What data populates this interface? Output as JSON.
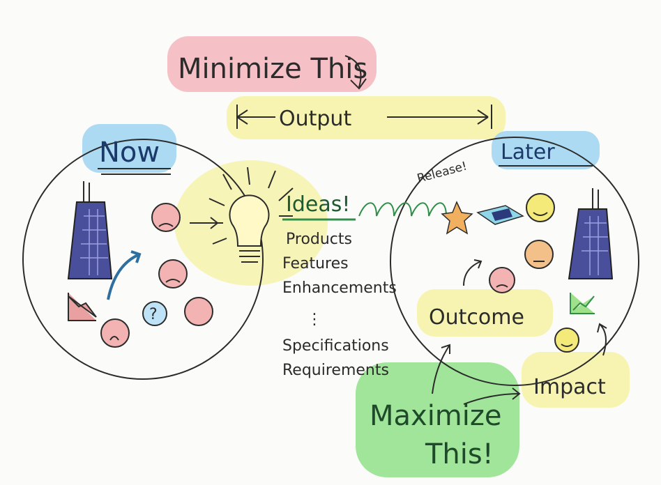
{
  "title_minimize": "Minimize This",
  "output_label": "Output",
  "now_label": "Now",
  "later_label": "Later",
  "ideas_label": "Ideas!",
  "idea_items": [
    "Products",
    "Features",
    "Enhancements",
    "Specifications",
    "Requirements"
  ],
  "ellipsis": "⋮",
  "release_label": "Release!",
  "outcome_label": "Outcome",
  "impact_label": "Impact",
  "maximize_line1": "Maximize",
  "maximize_line2": "This!",
  "colors": {
    "pink_highlight": "#f4b6bd",
    "yellow_highlight": "#f6f3a8",
    "blue_highlight": "#9fd3f2",
    "green_highlight": "#8fe08a",
    "face_pink": "#f4b3b3",
    "face_yellow": "#f3ea7a",
    "face_orange": "#f4c08a",
    "building": "#4a4f9c",
    "ink": "#2b2b2b",
    "arrow_blue": "#2f6fa0",
    "arrow_green": "#2f8f4a"
  }
}
